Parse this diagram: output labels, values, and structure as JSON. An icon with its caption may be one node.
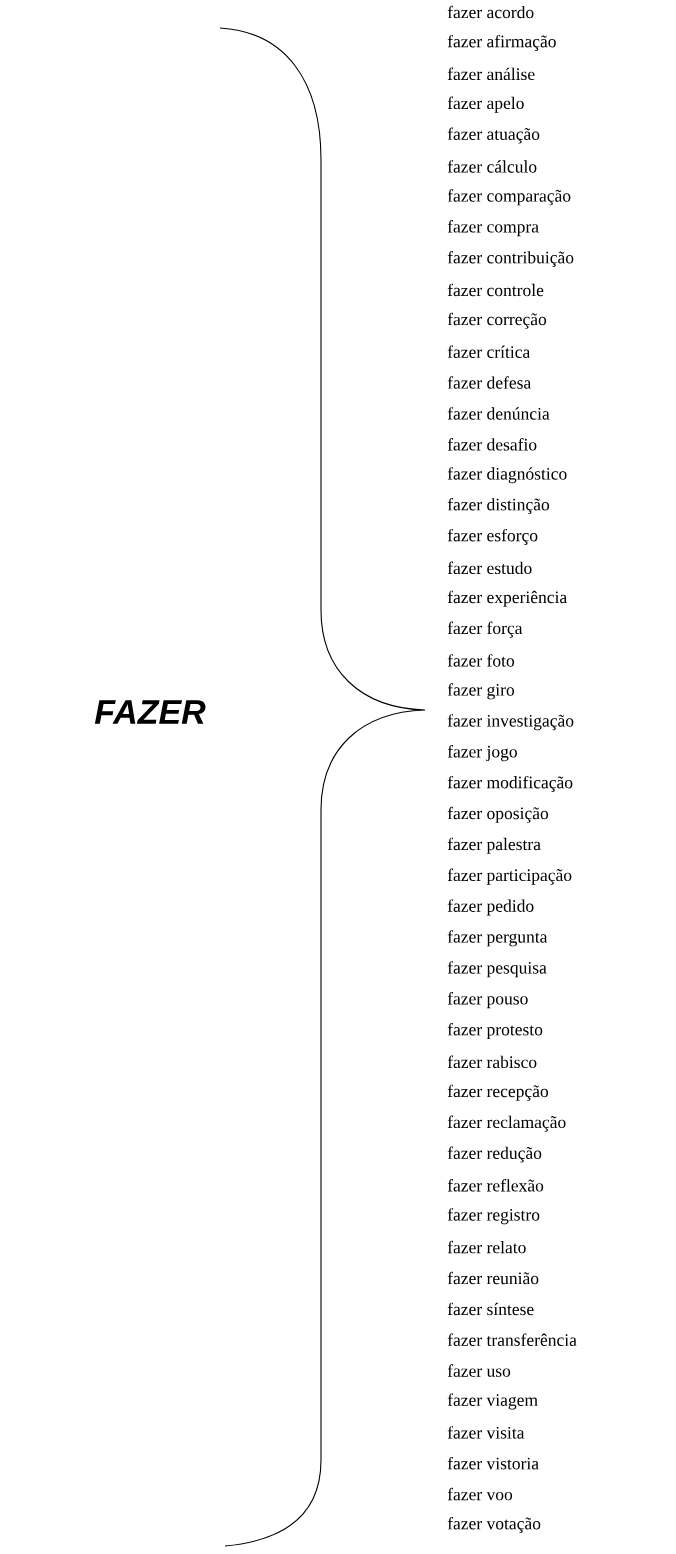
{
  "diagram": {
    "labels": [
      "FAZER",
      "fazer acordo",
      "fazer afirmação",
      "fazer análise",
      "fazer apelo",
      "fazer atuação",
      "fazer cálculo",
      "fazer comparação",
      "fazer compra",
      "fazer contribuição",
      "fazer controle",
      "fazer correção",
      "fazer crítica",
      "fazer defesa",
      "fazer denúncia",
      "fazer desafio",
      "fazer diagnóstico",
      "fazer distinção",
      "fazer esforço",
      "fazer estudo",
      "fazer experiência",
      "fazer força",
      "fazer foto",
      "fazer giro",
      "fazer investigação",
      "fazer jogo",
      "fazer modificação",
      "fazer oposição",
      "fazer palestra",
      "fazer participação",
      "fazer pedido",
      "fazer pergunta",
      "fazer pesquisa",
      "fazer pouso",
      "fazer protesto",
      "fazer rabisco",
      "fazer recepção",
      "fazer reclamação",
      "fazer redução",
      "fazer reflexão",
      "fazer registro",
      "fazer relato",
      "fazer reunião",
      "fazer síntese",
      "fazer transferência",
      "fazer uso",
      "fazer viagem",
      "fazer visita",
      "fazer vistoria",
      "fazer voo",
      "fazer votação"
    ]
  }
}
